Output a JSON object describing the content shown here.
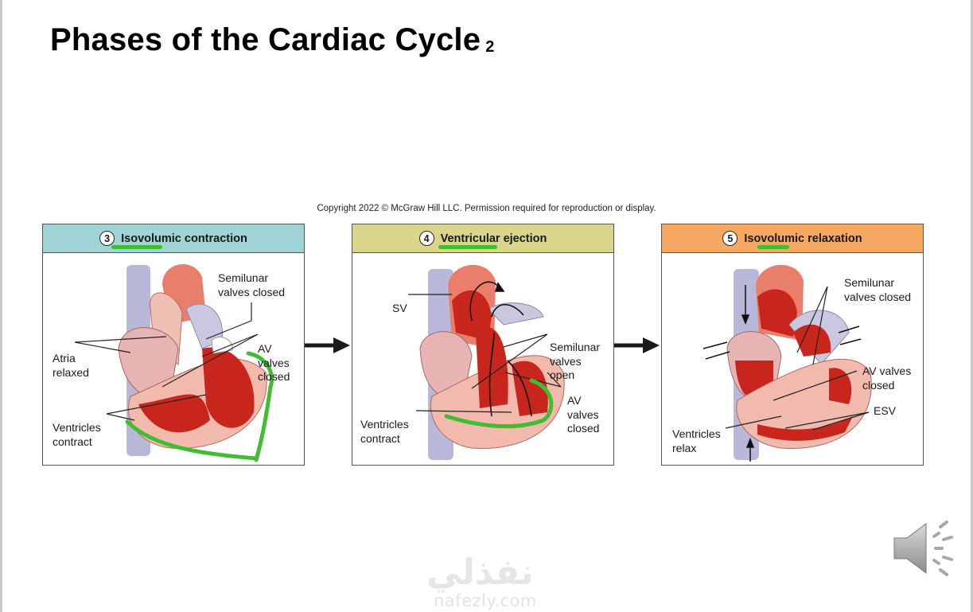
{
  "slide": {
    "title": "Phases of the Cardiac Cycle",
    "title_suffix": "2",
    "copyright": "Copyright 2022 © McGraw Hill LLC. Permission required for reproduction or display."
  },
  "panels": [
    {
      "number": "3",
      "title": "Isovolumic contraction",
      "header_color": "#9fd3d6",
      "labels": {
        "semilunar": "Semilunar\nvalves closed",
        "atria": "Atria\nrelaxed",
        "av": "AV\nvalves\nclosed",
        "ventricles": "Ventricles\ncontract"
      }
    },
    {
      "number": "4",
      "title": "Ventricular ejection",
      "header_color": "#d9d58b",
      "labels": {
        "sv": "SV",
        "semilunar": "Semilunar\nvalves\nopen",
        "av": "AV\nvalves\nclosed",
        "ventricles": "Ventricles\ncontract"
      }
    },
    {
      "number": "5",
      "title": "Isovolumic relaxation",
      "header_color": "#f5a862",
      "labels": {
        "semilunar": "Semilunar\nvalves closed",
        "av": "AV valves\nclosed",
        "esv": "ESV",
        "ventricles": "Ventricles\nrelax"
      }
    }
  ],
  "annotation_color": "#3fbf2f",
  "watermark": {
    "arabic": "نفذلي",
    "latin": "nafezly.com"
  },
  "icons": [
    "speaker-icon",
    "right-arrow-icon"
  ]
}
